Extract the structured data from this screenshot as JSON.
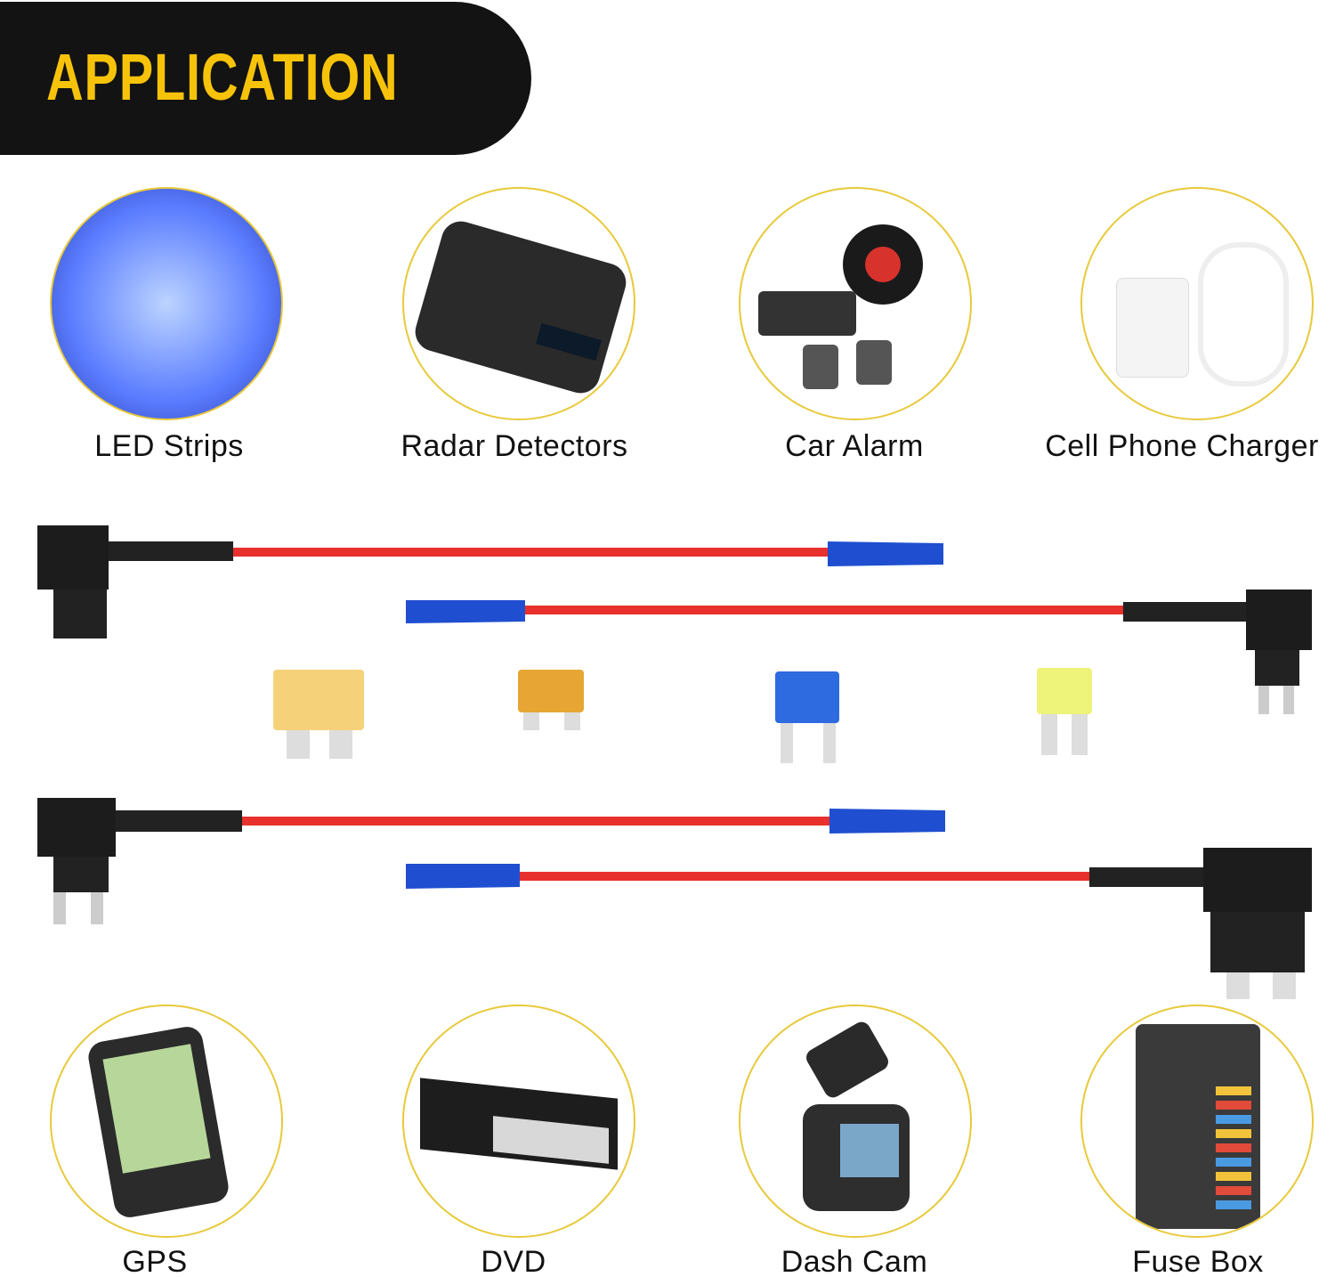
{
  "header": {
    "title": "APPLICATION"
  },
  "colors": {
    "banner": "#131313",
    "title": "#f7c30a",
    "circle_border": "#e8c93a",
    "wire": "#e8302c",
    "terminal": "#1f4fd0"
  },
  "applications_top": [
    {
      "label": "LED Strips",
      "icon": "led-strip-icon"
    },
    {
      "label": "Radar Detectors",
      "icon": "radar-detector-icon"
    },
    {
      "label": "Car Alarm",
      "icon": "car-alarm-icon"
    },
    {
      "label": "Cell Phone Charger",
      "icon": "charger-icon"
    }
  ],
  "applications_bottom": [
    {
      "label": "GPS",
      "icon": "gps-icon"
    },
    {
      "label": "DVD",
      "icon": "dvd-icon"
    },
    {
      "label": "Dash Cam",
      "icon": "dash-cam-icon"
    },
    {
      "label": "Fuse Box",
      "icon": "fuse-box-icon"
    }
  ]
}
